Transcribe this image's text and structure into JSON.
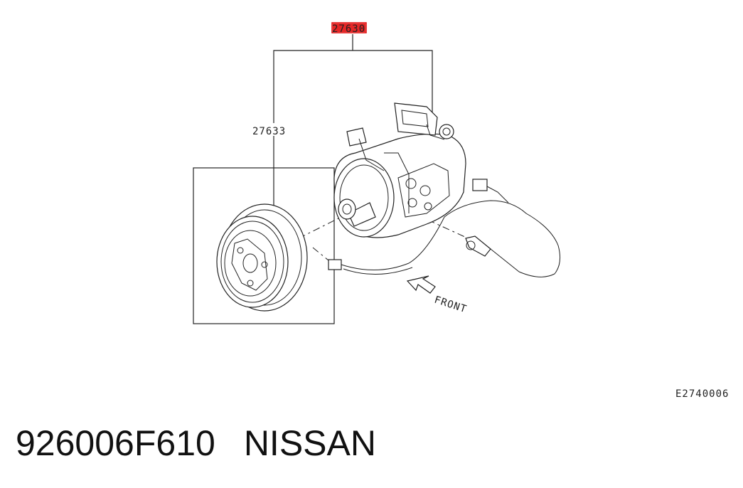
{
  "diagram": {
    "part_label_main": "27630",
    "part_label_clutch": "27633",
    "direction_label": "FRONT",
    "drawing_ref": "E2740006",
    "highlight_color": "#e00000"
  },
  "footer": {
    "part_number": "926006F610",
    "brand": "NISSAN"
  }
}
